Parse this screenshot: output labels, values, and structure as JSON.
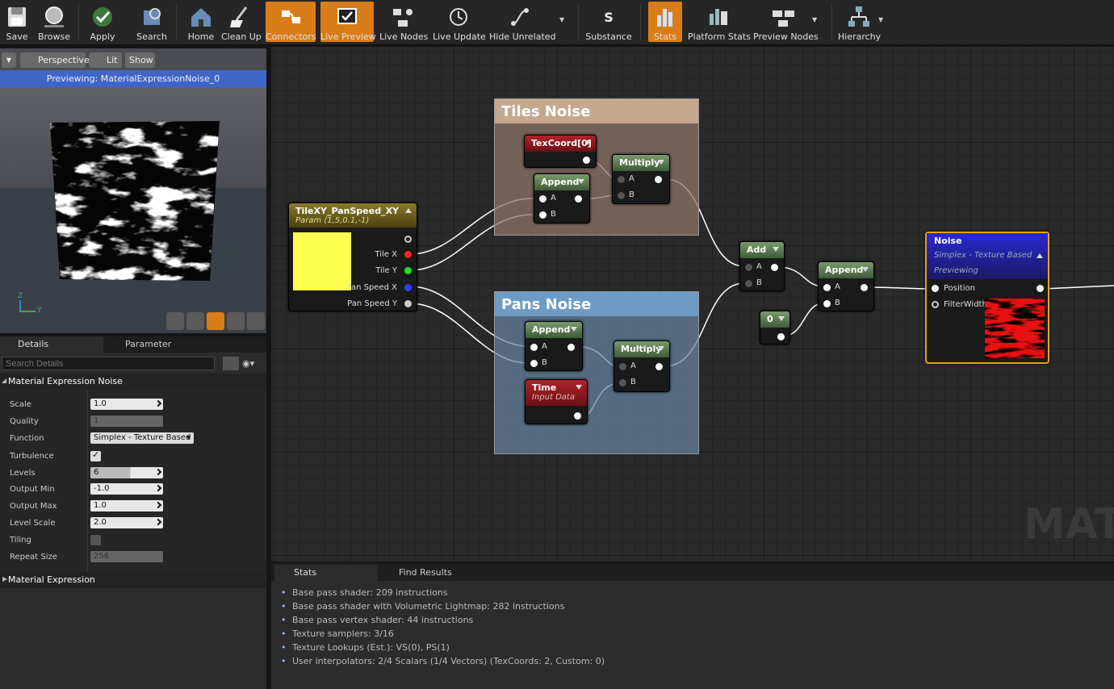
{
  "toolbar": {
    "items": [
      {
        "label": "Save",
        "icon": "save-icon",
        "active": false
      },
      {
        "label": "Browse",
        "icon": "browse-icon",
        "active": false
      },
      {
        "label": "Apply",
        "icon": "apply-icon",
        "active": false
      },
      {
        "label": "Search",
        "icon": "search-icon",
        "active": false
      },
      {
        "label": "Home",
        "icon": "home-icon",
        "active": false
      },
      {
        "label": "Clean Up",
        "icon": "clean-up-icon",
        "active": false
      },
      {
        "label": "Connectors",
        "icon": "connectors-icon",
        "active": true
      },
      {
        "label": "Live Preview",
        "icon": "live-preview-icon",
        "active": true
      },
      {
        "label": "Live Nodes",
        "icon": "live-nodes-icon",
        "active": false
      },
      {
        "label": "Live Update",
        "icon": "live-update-icon",
        "active": false
      },
      {
        "label": "Hide Unrelated",
        "icon": "hide-unrelated-icon",
        "active": false
      },
      {
        "label": "Substance",
        "icon": "substance-icon",
        "active": false
      },
      {
        "label": "Stats",
        "icon": "stats-icon",
        "active": true
      },
      {
        "label": "Platform Stats",
        "icon": "platform-stats-icon",
        "active": false
      },
      {
        "label": "Preview Nodes",
        "icon": "preview-nodes-icon",
        "active": false
      },
      {
        "label": "Hierarchy",
        "icon": "hierarchy-icon",
        "active": false
      }
    ],
    "accent": "#d97d18"
  },
  "viewport": {
    "perspective": "Perspective",
    "lit": "Lit",
    "show": "Show",
    "previewing": "Previewing: MaterialExpressionNoise_0",
    "axis_z": "Z",
    "axis_y": "Y"
  },
  "details": {
    "tab_details": "Details",
    "tab_params": "Parameter Defaults",
    "search_placeholder": "Search Details",
    "section": "Material Expression Noise",
    "section2": "Material Expression",
    "props": [
      {
        "label": "Scale",
        "value": "1.0",
        "kind": "num"
      },
      {
        "label": "Quality",
        "value": "1",
        "kind": "dis"
      },
      {
        "label": "Function",
        "value": "Simplex - Texture Based",
        "kind": "combo"
      },
      {
        "label": "Turbulence",
        "value": "",
        "kind": "check_on"
      },
      {
        "label": "Levels",
        "value": "6",
        "kind": "num"
      },
      {
        "label": "Output Min",
        "value": "-1.0",
        "kind": "num"
      },
      {
        "label": "Output Max",
        "value": "1.0",
        "kind": "num"
      },
      {
        "label": "Level Scale",
        "value": "2.0",
        "kind": "num"
      },
      {
        "label": "Tiling",
        "value": "",
        "kind": "check_off"
      },
      {
        "label": "Repeat Size",
        "value": "256",
        "kind": "dis"
      }
    ]
  },
  "graph": {
    "comment_tiles": "Tiles Noise",
    "comment_pans": "Pans Noise",
    "param_title": "TileXY_PanSpeed_XY",
    "param_sub": "Param (1,5,0.1,-1)",
    "param_pins": [
      "Tile X",
      "Tile Y",
      "Pan Speed X",
      "Pan Speed Y"
    ],
    "texcoord": "TexCoord[0]",
    "append": "Append",
    "multiply": "Multiply",
    "add": "Add",
    "time": "Time",
    "time_sub": "Input Data",
    "const": "0",
    "pin_a": "A",
    "pin_b": "B",
    "noise_title": "Noise",
    "noise_sub": "Simplex - Texture Based",
    "noise_preview": "Previewing",
    "noise_pos": "Position",
    "noise_fw": "FilterWidth",
    "watermark": "MATE"
  },
  "stats": {
    "tab_stats": "Stats",
    "tab_find": "Find Results",
    "lines": [
      "Base pass shader: 209 instructions",
      "Base pass shader with Volumetric Lightmap: 282 instructions",
      "Base pass vertex shader: 44 instructions",
      "Texture samplers: 3/16",
      "Texture Lookups (Est.): VS(0), PS(1)",
      "User interpolators: 2/4 Scalars (1/4 Vectors) (TexCoords: 2, Custom: 0)"
    ]
  }
}
